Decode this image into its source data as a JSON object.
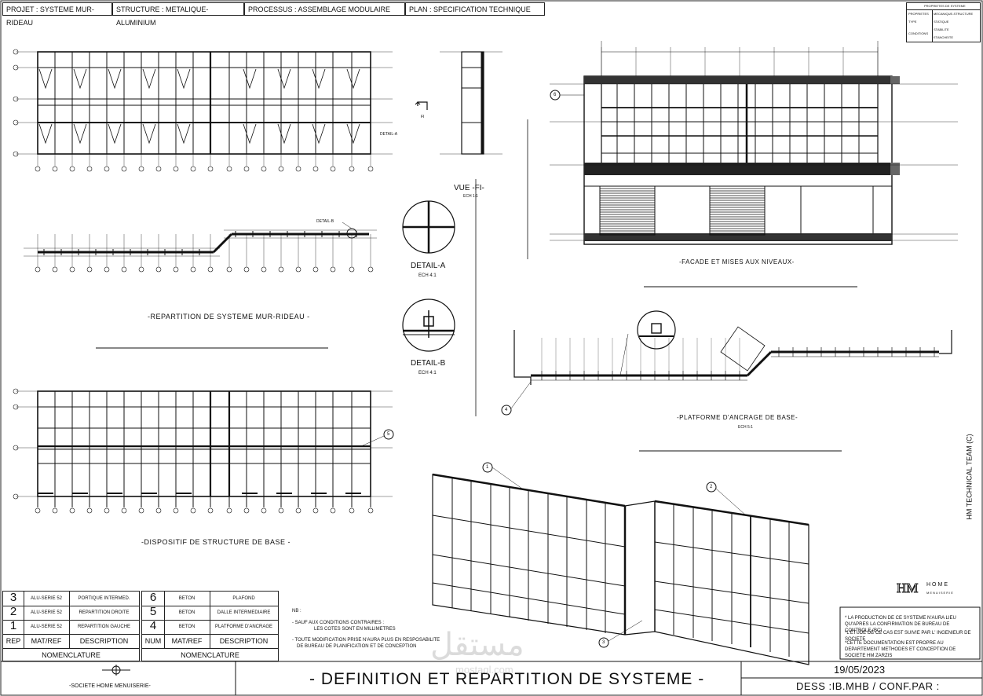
{
  "header": {
    "projet": "PROJET : SYSTEME MUR-RIDEAU",
    "structure": "STRUCTURE : METALIQUE-ALUMINIUM",
    "processus": "PROCESSUS : ASSEMBLAGE MODULAIRE",
    "plan": "PLAN : SPECIFICATION TECHNIQUE"
  },
  "properties": {
    "title": "PROPRIETES DE SYSTEME",
    "rows": [
      {
        "key": "PROPRIETES",
        "value": "MECANIQUE-STRUCTURE"
      },
      {
        "key": "TYPE",
        "value": "STATIQUE"
      },
      {
        "key": "CONDITIONS",
        "value": "STABILITE"
      },
      {
        "key": "",
        "value": "ETANCHEITE"
      }
    ]
  },
  "captions": {
    "repartition": "-REPARTITION DE SYSTEME MUR-RIDEAU -",
    "dispositif": "-DISPOSITIF DE STRUCTURE DE BASE -",
    "vue": "VUE -FI-",
    "vue_scale": "ECH 1:1",
    "fi_label": "FI",
    "detail_a": "DETAIL-A",
    "detail_a_scale": "ECH  4:1",
    "detail_b": "DETAIL-B",
    "detail_b_scale": "ECH  4:1",
    "facade": "-FACADE ET MISES AUX NIVEAUX-",
    "platforme": "-PLATFORME D'ANCRAGE DE BASE-",
    "platforme_scale": "ECH 5:1",
    "detail_a_tag": "DETAIL-A",
    "detail_b_tag": "DETAIL-B",
    "side_label": "HM TECHNICAL TEAM (C)"
  },
  "callouts": [
    "1",
    "2",
    "3",
    "4",
    "5",
    "6"
  ],
  "nomenclature_left": {
    "rows": [
      {
        "rep": "3",
        "mat": "ALU-SERIE 52",
        "desc": "PORTIQUE INTERMED."
      },
      {
        "rep": "2",
        "mat": "ALU-SERIE 52",
        "desc": "REPARTITION DROITE"
      },
      {
        "rep": "1",
        "mat": "ALU-SERIE 52",
        "desc": "REPARTITION GAUCHE"
      }
    ],
    "h_rep": "REP",
    "h_mat": "MAT/REF",
    "h_desc": "DESCRIPTION",
    "footer": "NOMENCLATURE"
  },
  "nomenclature_right": {
    "rows": [
      {
        "rep": "6",
        "mat": "BETON",
        "desc": "PLAFOND"
      },
      {
        "rep": "5",
        "mat": "BETON",
        "desc": "DALLE INTERMEDIAIRE"
      },
      {
        "rep": "4",
        "mat": "BETON",
        "desc": "PLATFORME D'ANCRAGE"
      }
    ],
    "h_rep": "NUM",
    "h_mat": "MAT/REF",
    "h_desc": "DESCRIPTION",
    "footer": "NOMENCLATURE"
  },
  "notes": {
    "nb": "NB :",
    "n1": "- SAUF AUX CONDITIONS CONTRAIRES :",
    "n1b": "LES COTES SONT EN MILLIMETRES",
    "n2": "- TOUTE MODIFICATION PRISE N'AURA PLUS EN RESPOSABILITE",
    "n2b": "DE BUREAU DE PLANIFICATION ET DE CONCEPTION"
  },
  "right_notes": {
    "a": "* LA PRODUCTION DE CE SYSTEME N'AURA LIEU QU'APRES LA CONFIRMATION DE BUREAU DE CONTROLE (BC)",
    "b": "*L'ETUDE DE CE CAS EST SUIVIE PAR L' INGENIEUR DE SOCIETE",
    "c": "*CETTE DOCUMENTATION EST PROPRE AU DEPARTEMENT METHODES ET CONCEPTION DE SOCIETE  HM ZARZIS"
  },
  "logo": {
    "letters": "HM",
    "line1": "HOME",
    "line2": "MENUISERIE"
  },
  "footer": {
    "company": "-SOCIETE HOME MENUISERIE-",
    "title": "- DEFINITION ET REPARTITION DE SYSTEME -",
    "date": "19/05/2023",
    "dess": "DESS :IB.MHB / CONF.PAR :"
  },
  "watermark": {
    "ar": "مستقل",
    "url": "mostaql.com"
  }
}
